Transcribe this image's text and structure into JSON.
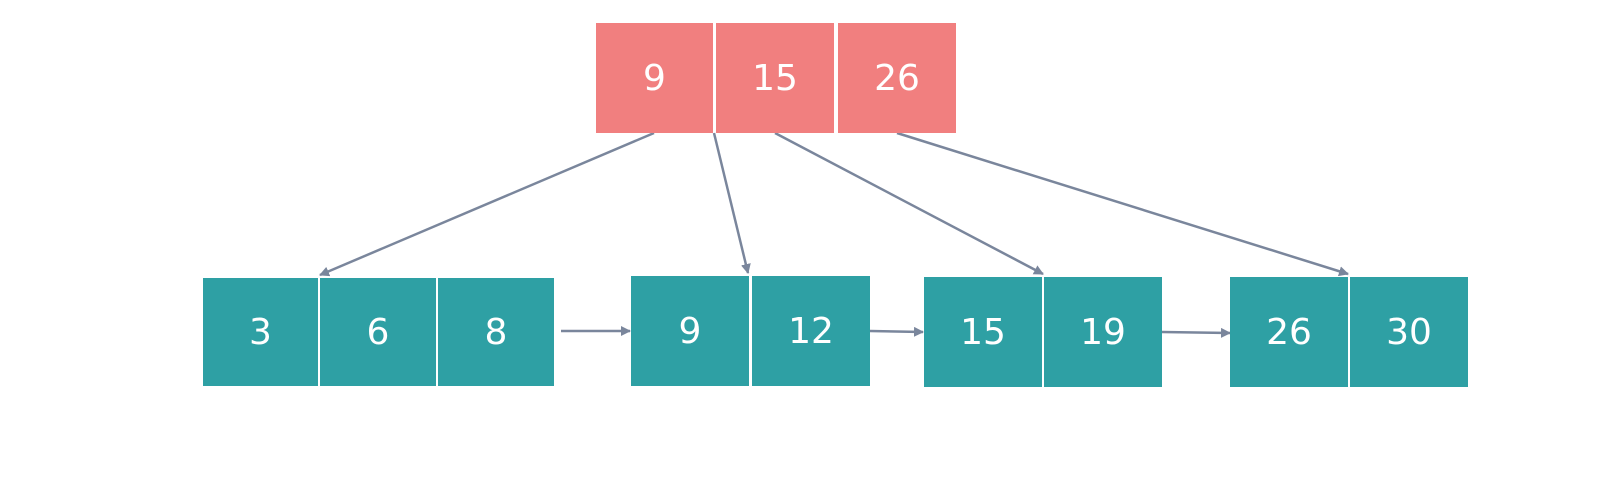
{
  "colors": {
    "root": "#f17f7f",
    "leaf": "#2ea0a4",
    "text": "#ffffff",
    "edge": "#7a869c"
  },
  "root": {
    "keys": [
      "9",
      "15",
      "26"
    ]
  },
  "leaves": [
    {
      "keys": [
        "3",
        "6",
        "8"
      ]
    },
    {
      "keys": [
        "9",
        "12"
      ]
    },
    {
      "keys": [
        "15",
        "19"
      ]
    },
    {
      "keys": [
        "26",
        "30"
      ]
    }
  ]
}
